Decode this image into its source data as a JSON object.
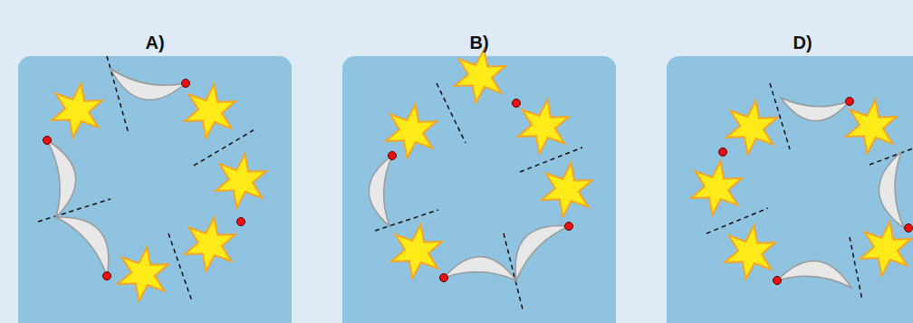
{
  "diagram": {
    "labels": [
      "A)",
      "B)",
      "D)"
    ]
  }
}
